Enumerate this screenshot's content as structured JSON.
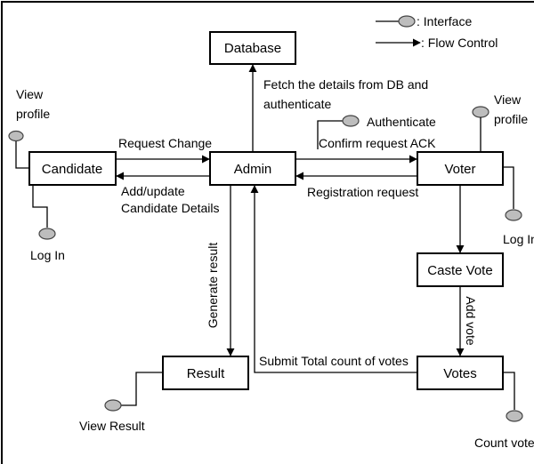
{
  "legend": {
    "interface": ": Interface",
    "flow_control": ": Flow Control"
  },
  "nodes": {
    "database": "Database",
    "candidate": "Candidate",
    "admin": "Admin",
    "voter": "Voter",
    "caste_vote": "Caste Vote",
    "result": "Result",
    "votes": "Votes"
  },
  "edges": {
    "fetch_line1": "Fetch the details from DB and",
    "fetch_line2": "authenticate",
    "authenticate": "Authenticate",
    "request_change": "Request Change",
    "confirm_ack": "Confirm request ACK",
    "add_update_line1": "Add/update",
    "add_update_line2": "Candidate Details",
    "registration_request": "Registration request",
    "generate_result": "Generate result",
    "add_vote": "Add vote",
    "submit_total": "Submit Total count of votes"
  },
  "interfaces": {
    "candidate_view_line1": "View",
    "candidate_view_line2": "profile",
    "candidate_login": "Log In",
    "voter_view_line1": "View",
    "voter_view_line2": "profile",
    "voter_login": "Log In",
    "view_result": "View Result",
    "count_votes": "Count votes"
  }
}
